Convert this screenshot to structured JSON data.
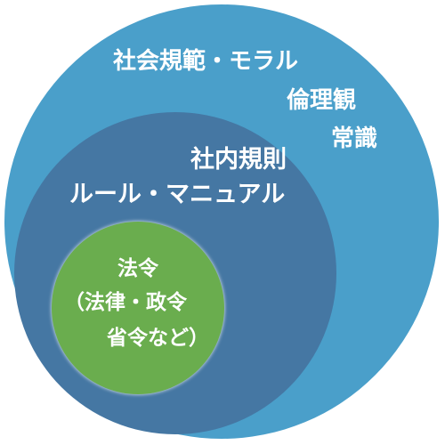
{
  "diagram": {
    "type": "nested-circles",
    "outer": {
      "lines": [
        "社会規範・モラル",
        "倫理観",
        "常識"
      ],
      "color": "#4a9fca"
    },
    "middle": {
      "lines": [
        "社内規則",
        "ルール・マニュアル"
      ],
      "color": "#4577a3"
    },
    "inner": {
      "lines": [
        "法令",
        "（法律・政令",
        "省令など）"
      ],
      "color": "#6aad4e"
    },
    "text_color": "#ffffff"
  }
}
